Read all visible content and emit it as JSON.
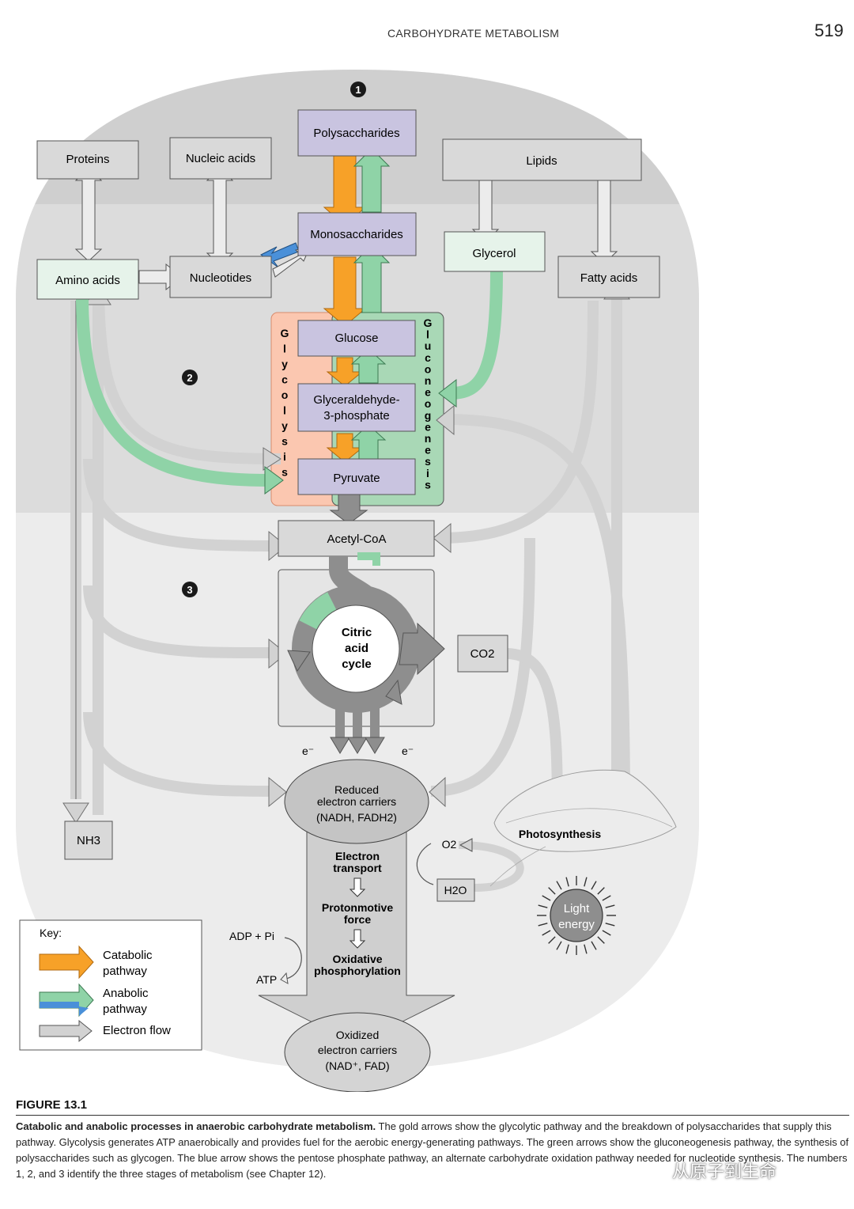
{
  "header": {
    "running_title": "CARBOHYDRATE METABOLISM",
    "page_number": "519"
  },
  "stages": {
    "s1": "1",
    "s2": "2",
    "s3": "3"
  },
  "boxes": {
    "polysaccharides": "Polysaccharides",
    "proteins": "Proteins",
    "nucleic_acids": "Nucleic acids",
    "lipids": "Lipids",
    "monosaccharides": "Monosaccharides",
    "glycerol": "Glycerol",
    "amino_acids": "Amino acids",
    "nucleotides": "Nucleotides",
    "fatty_acids": "Fatty acids",
    "glucose": "Glucose",
    "g3p_line1": "Glyceraldehyde-",
    "g3p_line2": "3-phosphate",
    "pyruvate": "Pyruvate",
    "acetyl_coa": "Acetyl-CoA",
    "co2": "CO2",
    "nh3": "NH3",
    "h2o": "H2O",
    "o2": "O2"
  },
  "vertical_labels": {
    "glycolysis": "Glycolysis",
    "gluconeogenesis": "Gluconeogenesis"
  },
  "cycle": {
    "line1": "Citric",
    "line2": "acid",
    "line3": "cycle"
  },
  "electrons": {
    "left": "e⁻",
    "right": "e⁻"
  },
  "reduced": {
    "line1": "Reduced",
    "line2": "electron carriers",
    "line3": "(NADH, FADH2)"
  },
  "oxidized": {
    "line1": "Oxidized",
    "line2": "electron carriers",
    "line3": "(NAD⁺, FAD)"
  },
  "stem": {
    "et1": "Electron",
    "et2": "transport",
    "pf1": "Protonmotive",
    "pf2": "force",
    "op1": "Oxidative",
    "op2": "phosphorylation"
  },
  "atp": {
    "adp": "ADP + Pi",
    "atp": "ATP"
  },
  "photosynthesis": "Photosynthesis",
  "light": {
    "line1": "Light",
    "line2": "energy"
  },
  "key": {
    "title": "Key:",
    "catabolic1": "Catabolic",
    "catabolic2": "pathway",
    "anabolic1": "Anabolic",
    "anabolic2": "pathway",
    "electron": "Electron flow"
  },
  "colors": {
    "catabolic": "#f7a128",
    "anabolic": "#8fd3a7",
    "pentose": "#4a90d9",
    "gray_arrow": "#d2d2d2",
    "dark_arrow": "#8e8e8e",
    "purple_box": "#c9c4e0",
    "gray_box": "#d9d9d9",
    "light_green_box": "#e6f3ea",
    "glycolysis_bg": "#fbc7b0",
    "gluconeo_bg": "#a9d8b6"
  },
  "figure": {
    "label": "FIGURE 13.1",
    "caption_bold": "Catabolic and anabolic processes in anaerobic carbohydrate metabolism.",
    "caption_text": "The gold arrows show the glycolytic pathway and the breakdown of polysaccharides that supply this pathway. Glycolysis generates ATP anaerobically and provides fuel for the aerobic energy-generating pathways. The green arrows show the gluconeogenesis pathway, the synthesis of polysaccharides such as glycogen. The blue arrow shows the pentose phosphate pathway, an alternate carbohydrate oxidation pathway needed for nucleotide synthesis. The numbers 1, 2, and 3 identify the three stages of metabolism (see Chapter 12)."
  },
  "watermark": "从原子到生命"
}
